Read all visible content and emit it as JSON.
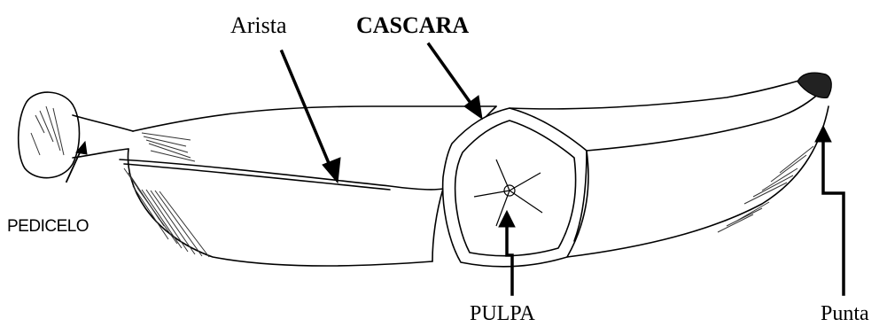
{
  "labels": {
    "arista": "Arista",
    "cascara": "CASCARA",
    "pulpa": "PULPA",
    "punta": "Punta",
    "pedicelo": "PEDICELO"
  },
  "colors": {
    "ink": "#000000",
    "shading": "#333333",
    "background": "#ffffff"
  }
}
